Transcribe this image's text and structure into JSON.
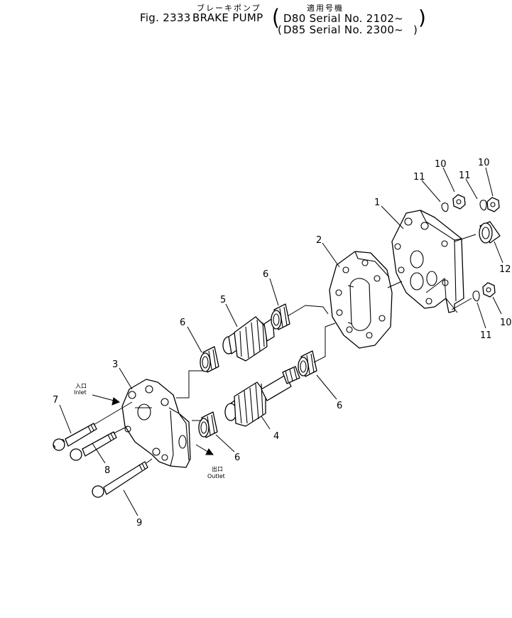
{
  "header": {
    "title_jp": "ブレーキポンプ",
    "applicable_jp": "適用号機",
    "fig_label": "Fig. 2333",
    "title_en": "BRAKE PUMP",
    "serial_d80": "D80 Serial No. 2102~",
    "serial_d85": "D85 Serial No. 2300~"
  },
  "annotations": {
    "inlet_jp": "入口",
    "inlet_en": "Inlet",
    "outlet_jp": "出口",
    "outlet_en": "Outlet"
  },
  "callouts": {
    "c1": "1",
    "c2": "2",
    "c3": "3",
    "c4": "4",
    "c5": "5",
    "c6a": "6",
    "c6b": "6",
    "c6c": "6",
    "c6d": "6",
    "c7": "7",
    "c8": "8",
    "c9": "9",
    "c10a": "10",
    "c10b": "10",
    "c10c": "10",
    "c11a": "11",
    "c11b": "11",
    "c11c": "11",
    "c12": "12"
  }
}
